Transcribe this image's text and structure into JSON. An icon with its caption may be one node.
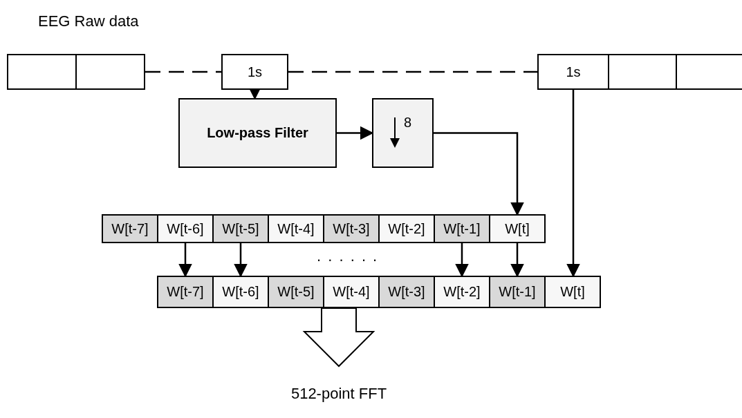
{
  "diagram": {
    "nodes": [
      {
        "text": [],
        "shape": "box"
      },
      {
        "text": [],
        "shape": "box"
      },
      {
        "text": [
          "1s"
        ]
      },
      {
        "text": [
          "1s"
        ]
      },
      {
        "text": [],
        "shape": "box"
      },
      {
        "text": [],
        "shape": "box"
      },
      {
        "text": [
          "Low-pass Filter"
        ]
      },
      {
        "text": [
          "8"
        ]
      },
      {
        "text": [
          "W[t-7]"
        ]
      },
      {
        "text": [
          "W[t-6]"
        ]
      },
      {
        "text": [
          "W[t-5]"
        ]
      },
      {
        "text": [
          "W[t-4]"
        ]
      },
      {
        "text": [
          "W[t-3]"
        ]
      },
      {
        "text": [
          "W[t-2]"
        ]
      },
      {
        "text": [
          "W[t-1]"
        ]
      },
      {
        "text": [
          "W[t]"
        ]
      },
      {
        "text": [
          "W[t-7]"
        ]
      },
      {
        "text": [
          "W[t-6]"
        ]
      },
      {
        "text": [
          "W[t-5]"
        ]
      },
      {
        "text": [
          "W[t-4]"
        ]
      },
      {
        "text": [
          "W[t-3]"
        ]
      },
      {
        "text": [
          "W[t-2]"
        ]
      },
      {
        "text": [
          "W[t-1]"
        ]
      },
      {
        "text": [
          "W[t]"
        ]
      },
      {
        "text": [
          "512-point FFT"
        ]
      }
    ],
    "edges": [
      {
        "from": 1,
        "to": 2,
        "arrow": "none",
        "style": "dashed"
      },
      {
        "from": 2,
        "to": 3,
        "arrow": "none",
        "style": "dashed"
      },
      {
        "from": 2,
        "to": 6,
        "arrow": "to"
      },
      {
        "from": 6,
        "to": 7,
        "arrow": "to"
      },
      {
        "from": 7,
        "to": 15,
        "arrow": "to"
      },
      {
        "from": 3,
        "to": 23,
        "arrow": "to"
      },
      {
        "from": 9,
        "to": 16,
        "arrow": "to"
      },
      {
        "from": 10,
        "to": 17,
        "arrow": "to"
      },
      {
        "from": 14,
        "to": 21,
        "arrow": "to"
      },
      {
        "from": 15,
        "to": 22,
        "arrow": "to"
      },
      {
        "from": null,
        "to": 24,
        "arrow": "to",
        "style": "thick"
      }
    ],
    "labels": [
      "EEG Raw data",
      ". . . . . ."
    ]
  }
}
